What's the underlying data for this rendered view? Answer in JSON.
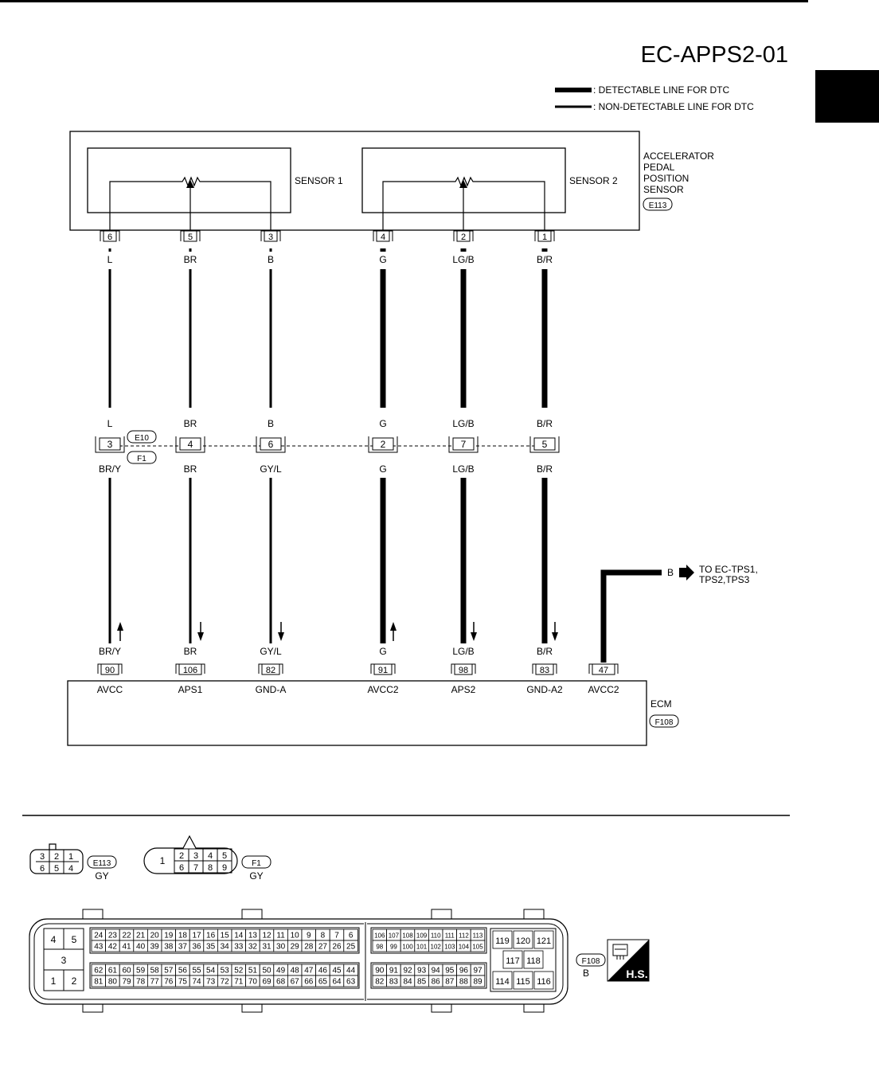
{
  "page_title": "EC-APPS2-01",
  "colors": {
    "ink": "#000000",
    "paper": "#ffffff"
  },
  "legend": {
    "detectable": ": DETECTABLE LINE FOR DTC",
    "non_detectable": ": NON-DETECTABLE LINE FOR DTC"
  },
  "app_sensor": {
    "name_lines": [
      "ACCELERATOR",
      "PEDAL",
      "POSITION",
      "SENSOR"
    ],
    "connector": "E113",
    "sensor1_label": "SENSOR 1",
    "sensor2_label": "SENSOR 2"
  },
  "wires": [
    {
      "sensor_pin": "6",
      "color_top": "L",
      "color_joint_top": "L",
      "joint_pin": "3",
      "color_joint_bottom": "BR/Y",
      "color_ecm": "BR/Y",
      "ecm_pin": "90",
      "ecm_signal": "AVCC",
      "direction": "up",
      "detectable": false
    },
    {
      "sensor_pin": "5",
      "color_top": "BR",
      "color_joint_top": "BR",
      "joint_pin": "4",
      "color_joint_bottom": "BR",
      "color_ecm": "BR",
      "ecm_pin": "106",
      "ecm_signal": "APS1",
      "direction": "down",
      "detectable": false
    },
    {
      "sensor_pin": "3",
      "color_top": "B",
      "color_joint_top": "B",
      "joint_pin": "6",
      "color_joint_bottom": "GY/L",
      "color_ecm": "GY/L",
      "ecm_pin": "82",
      "ecm_signal": "GND-A",
      "direction": "down",
      "detectable": false
    },
    {
      "sensor_pin": "4",
      "color_top": "G",
      "color_joint_top": "G",
      "joint_pin": "2",
      "color_joint_bottom": "G",
      "color_ecm": "G",
      "ecm_pin": "91",
      "ecm_signal": "AVCC2",
      "direction": "up",
      "detectable": true
    },
    {
      "sensor_pin": "2",
      "color_top": "LG/B",
      "color_joint_top": "LG/B",
      "joint_pin": "7",
      "color_joint_bottom": "LG/B",
      "color_ecm": "LG/B",
      "ecm_pin": "98",
      "ecm_signal": "APS2",
      "direction": "down",
      "detectable": true
    },
    {
      "sensor_pin": "1",
      "color_top": "B/R",
      "color_joint_top": "B/R",
      "joint_pin": "5",
      "color_joint_bottom": "B/R",
      "color_ecm": "B/R",
      "ecm_pin": "83",
      "ecm_signal": "GND-A2",
      "direction": "down",
      "detectable": true
    }
  ],
  "joint_connectors": {
    "upper": "E10",
    "lower": "F1"
  },
  "ecm_extra_wire": {
    "color_ecm": "B",
    "ecm_pin": "47",
    "ecm_signal": "AVCC2",
    "color_branch": "B",
    "destination_lines": [
      "TO EC-TPS1,",
      "TPS2,TPS3"
    ]
  },
  "ecm": {
    "name": "ECM",
    "connector": "F108"
  },
  "face_views": {
    "e113": {
      "connector": "E113",
      "color": "GY",
      "row1": [
        "3",
        "2",
        "1"
      ],
      "row2": [
        "6",
        "5",
        "4"
      ]
    },
    "f1": {
      "connector": "F1",
      "color": "GY",
      "single": "1",
      "row1": [
        "2",
        "3",
        "4",
        "5"
      ],
      "row2": [
        "6",
        "7",
        "8",
        "9"
      ]
    },
    "f108": {
      "connector": "F108",
      "color": "B",
      "left_block": [
        "4",
        "5",
        "3",
        "1",
        "2"
      ],
      "block_a": {
        "row1": [
          "24",
          "23",
          "22",
          "21",
          "20",
          "19",
          "18",
          "17",
          "16",
          "15",
          "14",
          "13",
          "12",
          "11",
          "10",
          "9",
          "8",
          "7",
          "6"
        ],
        "row2": [
          "43",
          "42",
          "41",
          "40",
          "39",
          "38",
          "37",
          "36",
          "35",
          "34",
          "33",
          "32",
          "31",
          "30",
          "29",
          "28",
          "27",
          "26",
          "25"
        ],
        "row3": [
          "62",
          "61",
          "60",
          "59",
          "58",
          "57",
          "56",
          "55",
          "54",
          "53",
          "52",
          "51",
          "50",
          "49",
          "48",
          "47",
          "46",
          "45",
          "44"
        ],
        "row4": [
          "81",
          "80",
          "79",
          "78",
          "77",
          "76",
          "75",
          "74",
          "73",
          "72",
          "71",
          "70",
          "69",
          "68",
          "67",
          "66",
          "65",
          "64",
          "63"
        ]
      },
      "block_b": {
        "row1": [
          "106",
          "107",
          "108",
          "109",
          "110",
          "111",
          "112",
          "113"
        ],
        "row2": [
          "98",
          "99",
          "100",
          "101",
          "102",
          "103",
          "104",
          "105"
        ],
        "row3": [
          "90",
          "91",
          "92",
          "93",
          "94",
          "95",
          "96",
          "97"
        ],
        "row4": [
          "82",
          "83",
          "84",
          "85",
          "86",
          "87",
          "88",
          "89"
        ]
      },
      "block_c": {
        "row1": [
          "119",
          "120",
          "121"
        ],
        "row2": [
          "117",
          "118"
        ],
        "row3": [
          "114",
          "115",
          "116"
        ]
      }
    }
  },
  "hs_badge": "H.S."
}
